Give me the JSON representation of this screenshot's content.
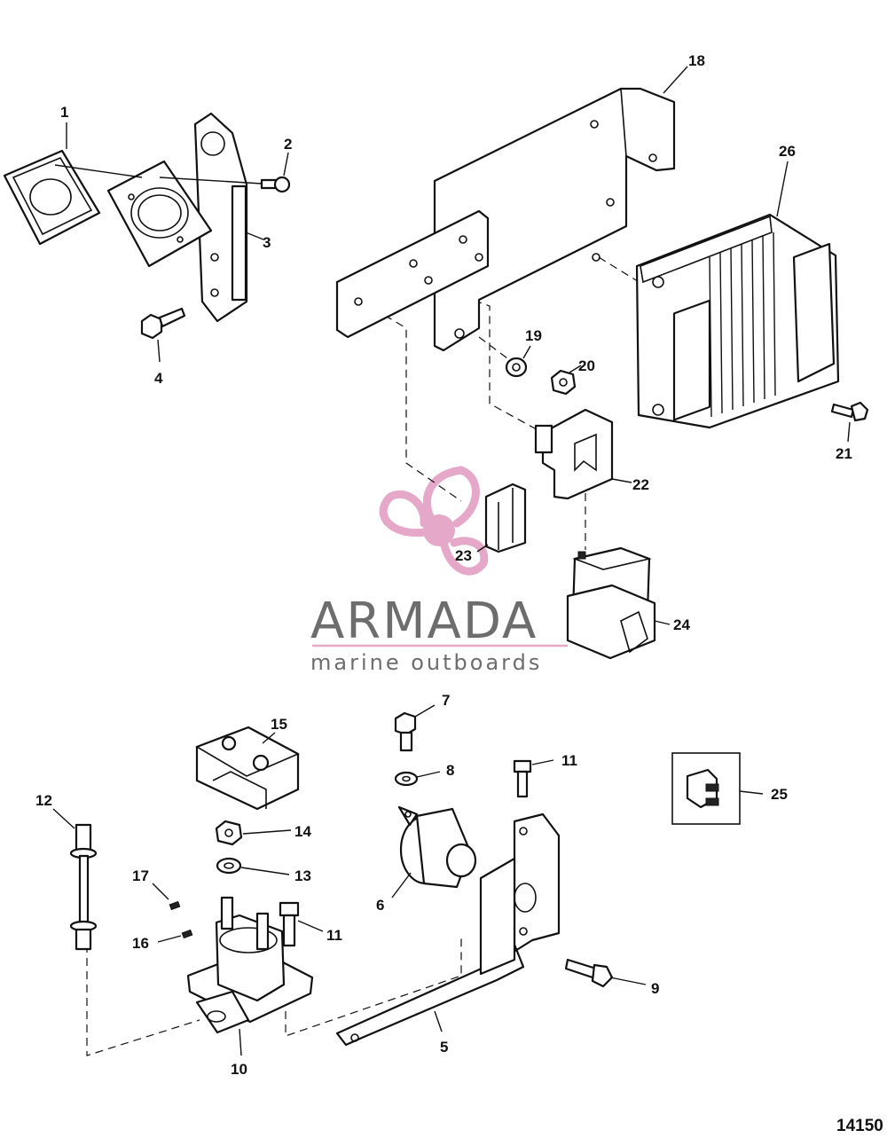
{
  "diagram": {
    "figure_number": "14150",
    "watermark": {
      "brand": "ARMADA",
      "tagline": "marine outboards",
      "accent_color": "#e6a8c8",
      "brand_color": "#6d6d6d"
    },
    "callouts": [
      "1",
      "2",
      "3",
      "4",
      "5",
      "6",
      "7",
      "8",
      "9",
      "10",
      "11",
      "11",
      "12",
      "13",
      "14",
      "15",
      "16",
      "17",
      "18",
      "19",
      "20",
      "21",
      "22",
      "23",
      "24",
      "25",
      "26"
    ]
  }
}
